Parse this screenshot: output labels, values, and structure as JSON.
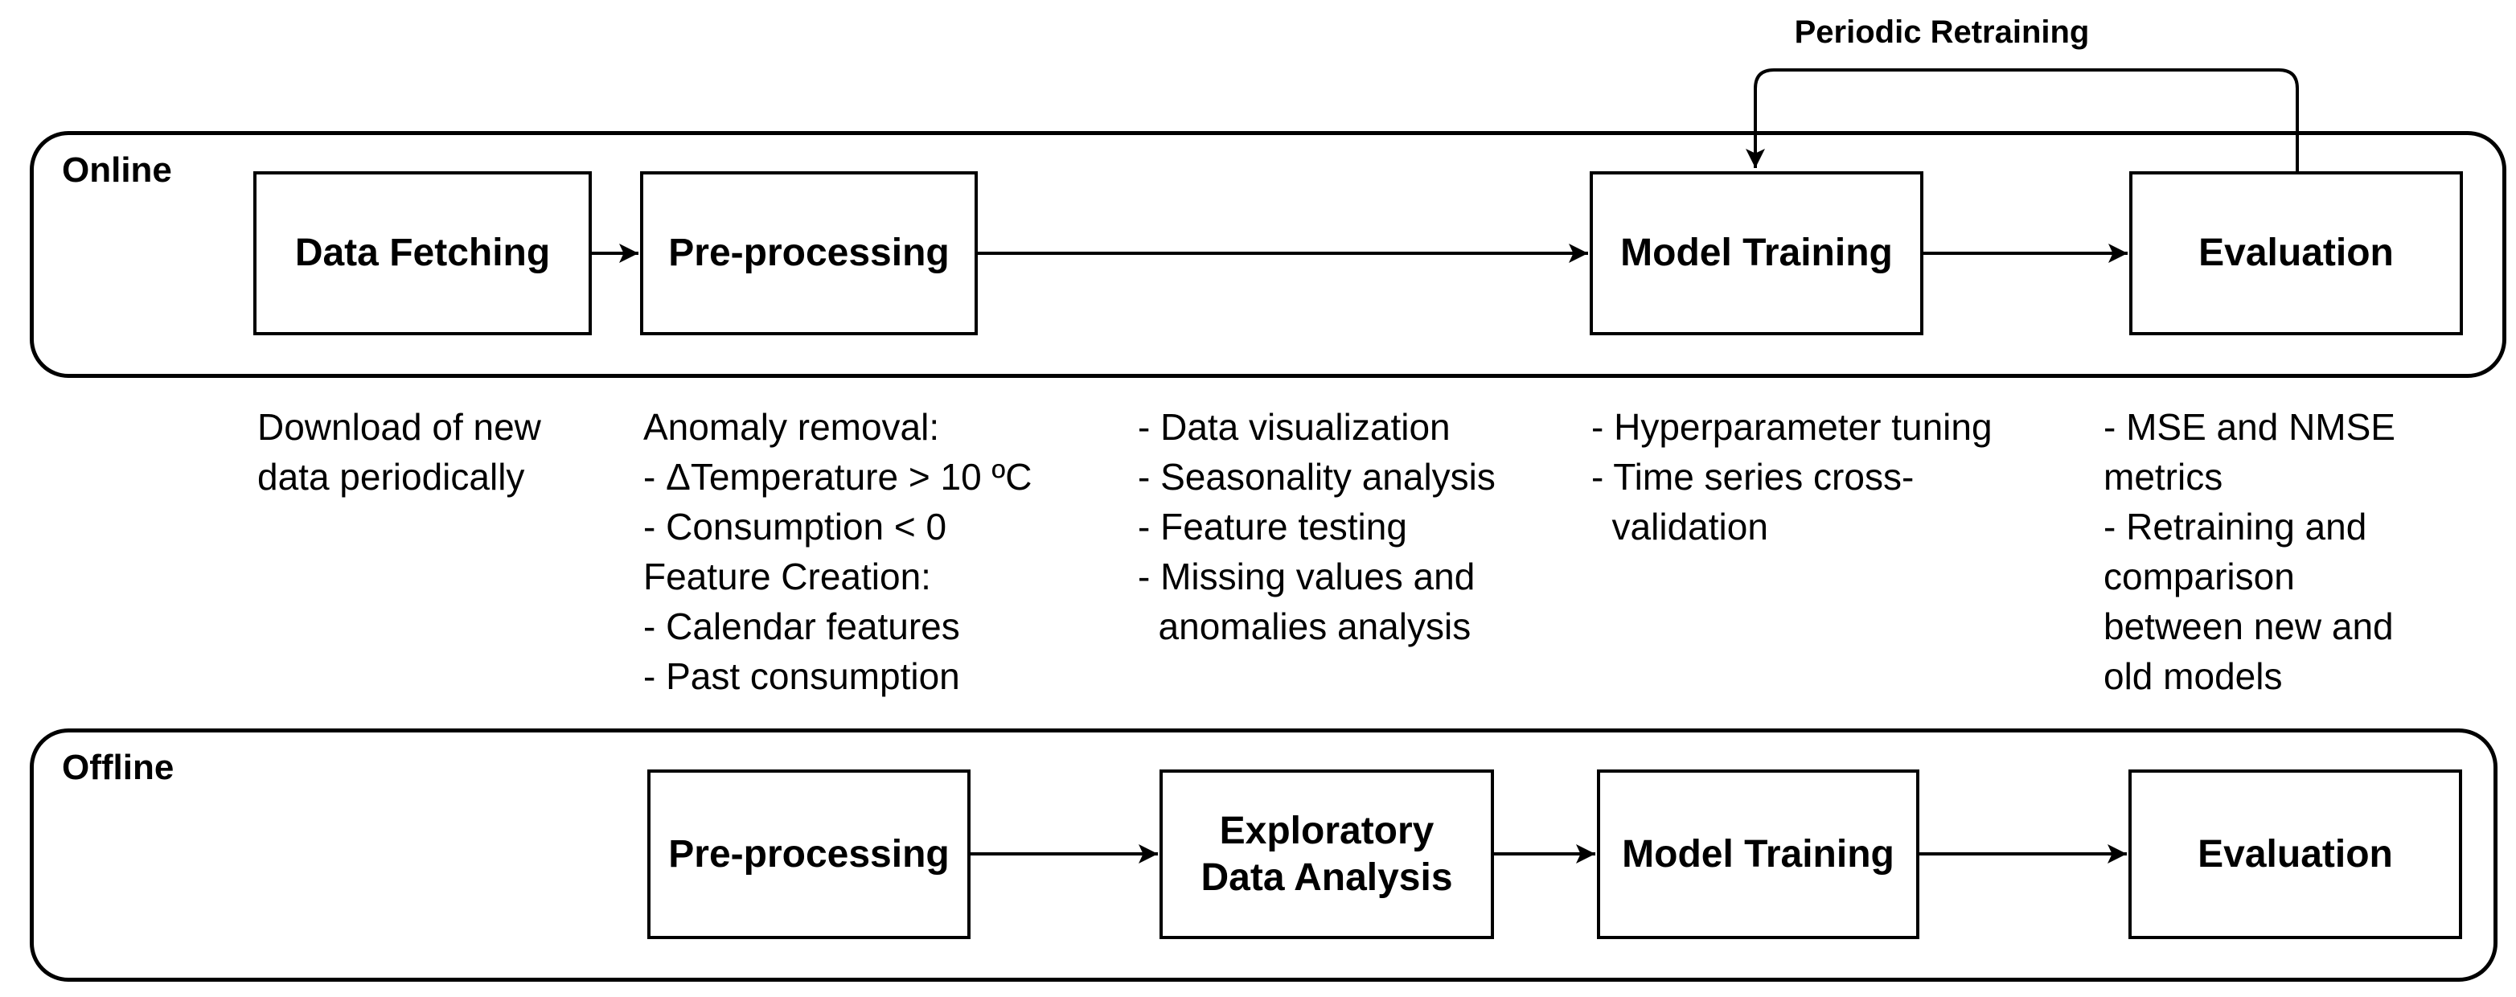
{
  "loop": {
    "label": "Periodic Retraining"
  },
  "online": {
    "label": "Online",
    "boxes": [
      "Data Fetching",
      "Pre-processing",
      "Model Training",
      "Evaluation"
    ],
    "notes": [
      "Download of new\ndata periodically",
      "Anomaly removal:\n- ΔTemperature > 10 ºC\n- Consumption < 0\nFeature Creation:\n- Calendar features\n- Past consumption",
      "- Data visualization\n- Seasonality analysis\n- Feature testing\n- Missing values and\n  anomalies analysis",
      "- Hyperparameter tuning\n- Time series cross-\n  validation",
      "- MSE and NMSE\nmetrics\n- Retraining and\ncomparison\nbetween new and\nold models"
    ]
  },
  "offline": {
    "label": "Offline",
    "boxes": [
      "Pre-processing",
      "Exploratory\nData Analysis",
      "Model Training",
      "Evaluation"
    ]
  },
  "colors": {
    "ink": "#000000",
    "background": "#ffffff"
  }
}
